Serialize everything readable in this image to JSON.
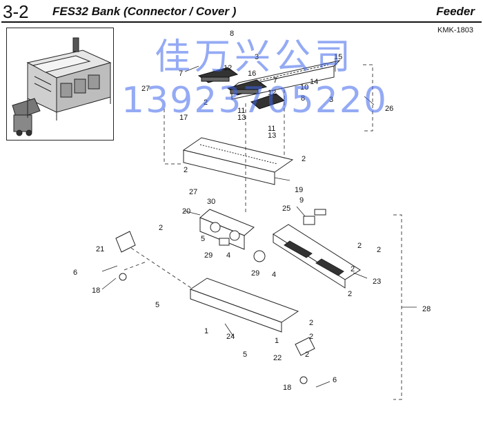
{
  "header": {
    "section_number": "3-2",
    "title": "FES32 Bank (Connector / Cover )",
    "section_name": "Feeder",
    "code": "KMK-1803"
  },
  "watermark": {
    "company": "佳万兴公司",
    "phone": "13923705220"
  },
  "callouts": {
    "p8a": "8",
    "p3a": "3",
    "p7a": "7",
    "p12": "12",
    "p15": "15",
    "p27a": "27",
    "p16": "16",
    "p7b": "7",
    "p14": "14",
    "p10": "10",
    "p8b": "8",
    "p3b": "3",
    "p2a": "2",
    "p17": "17",
    "p11a": "11",
    "p13a": "13",
    "p12b": "12",
    "p26": "26",
    "p11b": "11",
    "p13b": "13",
    "p2b": "2",
    "p2c": "2",
    "p27b": "27",
    "p19": "19",
    "p30": "30",
    "p9": "9",
    "p20": "20",
    "p25": "25",
    "p2d": "2",
    "p5a": "5",
    "p21": "21",
    "p29a": "29",
    "p4a": "4",
    "p2e": "2",
    "p2f": "2",
    "p6a": "6",
    "p29b": "29",
    "p4b": "4",
    "p2g": "2",
    "p23": "23",
    "p18a": "18",
    "p2h": "2",
    "p5b": "5",
    "p28": "28",
    "p1a": "1",
    "p24": "24",
    "p1b": "1",
    "p2i": "2",
    "p2j": "2",
    "p5c": "5",
    "p22": "22",
    "p2k": "2",
    "p18b": "18",
    "p6b": "6"
  }
}
